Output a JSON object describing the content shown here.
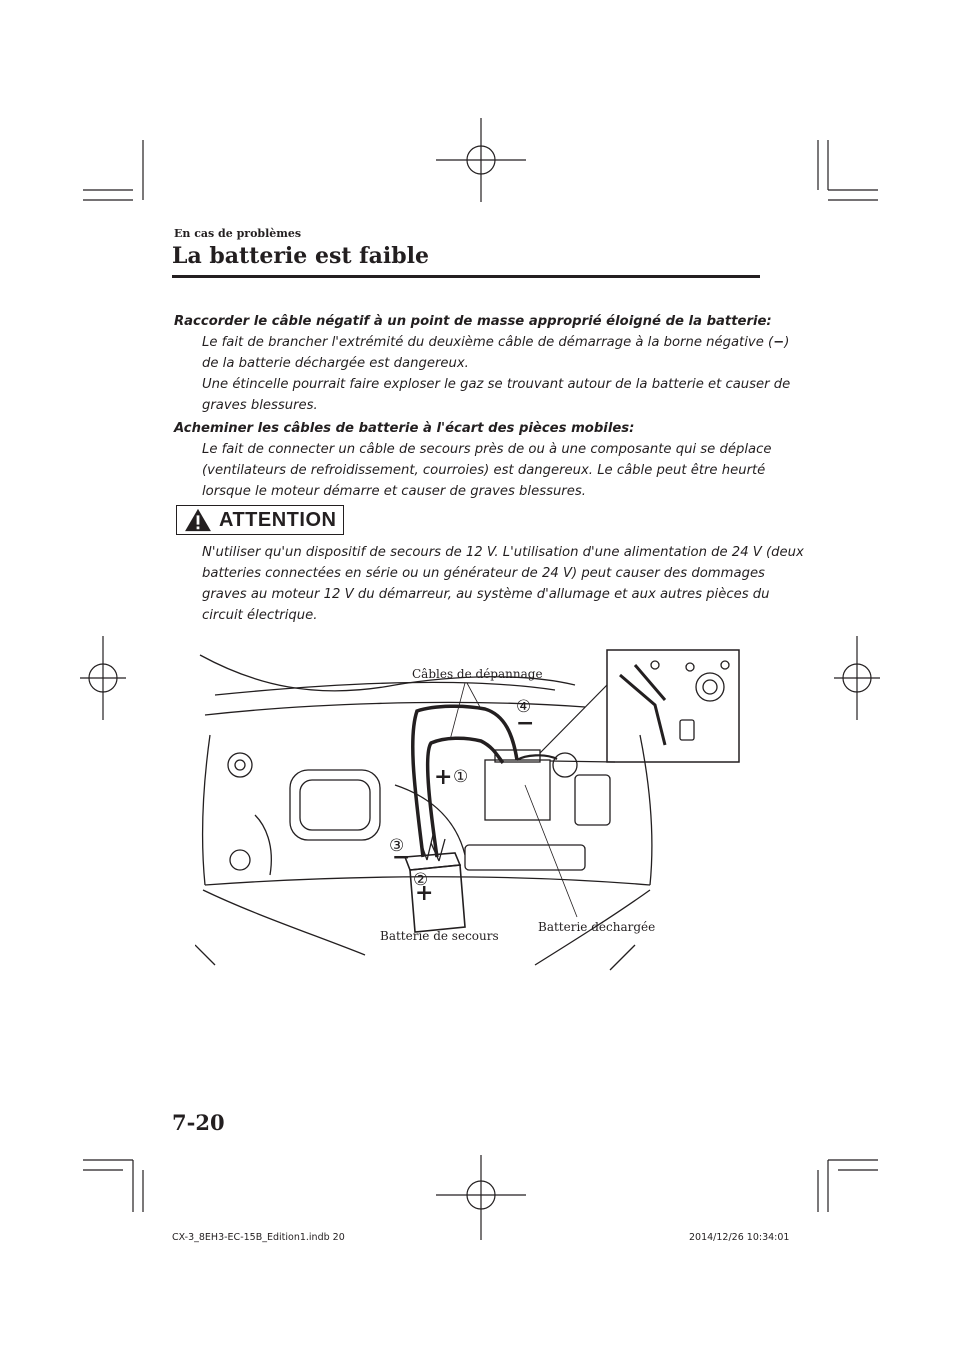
{
  "header": {
    "section": "En cas de problèmes",
    "title": "La batterie est faible"
  },
  "warnings": [
    {
      "heading": "Raccorder le câble négatif à un point de masse approprié éloigné de la batterie:",
      "lines": [
        "Le fait de brancher l'extrémité du deuxième câble de démarrage à la borne négative (",
        "de la batterie déchargée est dangereux.",
        "Une étincelle pourrait faire exploser le gaz se trouvant autour de la batterie et causer de",
        "graves blessures."
      ],
      "minus_symbol": "−",
      "close_paren": ")"
    },
    {
      "heading": "Acheminer les câbles de batterie à l'écart des pièces mobiles:",
      "lines": [
        "Le fait de connecter un câble de secours près de ou à une composante qui se déplace",
        "(ventilateurs de refroidissement, courroies) est dangereux. Le câble peut être heurté",
        "lorsque le moteur démarre et causer de graves blessures."
      ]
    }
  ],
  "attention": {
    "label": "ATTENTION",
    "lines": [
      "N'utiliser qu'un dispositif de secours de 12 V. L'utilisation d'une alimentation de 24 V (deux",
      "batteries connectées en série ou un générateur de 24 V) peut causer des dommages",
      "graves au moteur 12 V du démarreur, au système d'allumage et aux autres pièces du",
      "circuit électrique."
    ]
  },
  "figure": {
    "label_cables": "Câbles de dépannage",
    "label_booster": "Batterie de secours",
    "label_discharged": "Batterie déchargée",
    "markers": [
      "①",
      "②",
      "③",
      "④"
    ],
    "plus": "+",
    "minus": "−"
  },
  "footer": {
    "page_number": "7-20",
    "file_name": "CX-3_8EH3-EC-15B_Edition1.indb   20",
    "date": "2014/12/26   10:34:01"
  }
}
